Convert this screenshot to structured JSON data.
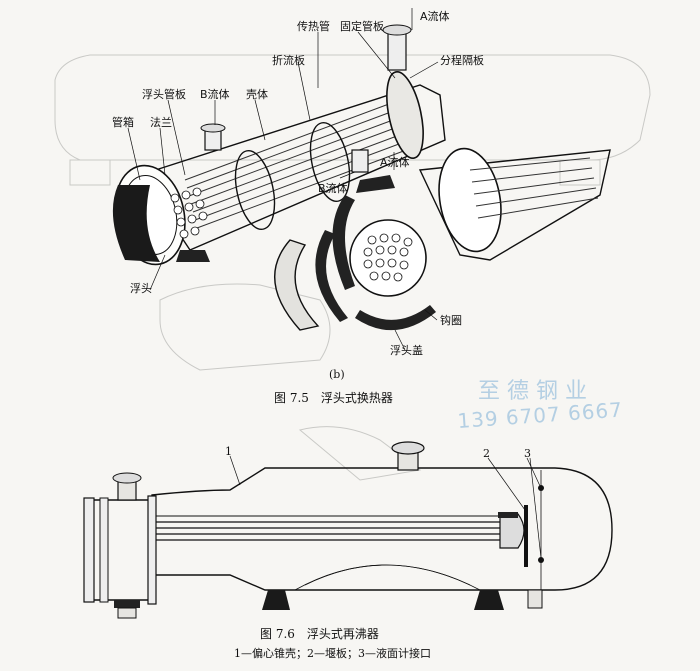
{
  "figure_b": {
    "labels": {
      "heat_tube": "传热管",
      "fixed_tubesheet": "固定管板",
      "fluid_a_top": "A流体",
      "pass_partition": "分程隔板",
      "baffle": "折流板",
      "floating_tubesheet": "浮头管板",
      "fluid_b_top": "B流体",
      "shell": "壳体",
      "channel_box": "管箱",
      "flange": "法兰",
      "fluid_a_bottom": "A流体",
      "fluid_b_bottom": "B流体",
      "floating_head": "浮头",
      "hook_ring": "钩圈",
      "floating_head_cover": "浮头盖"
    },
    "panel_tag": "(b)",
    "caption": "图 7.5　浮头式换热器"
  },
  "watermark": {
    "company": "至 德 钢 业",
    "phone": "139 6707 6667"
  },
  "figure_76": {
    "callouts": [
      "1",
      "2",
      "3"
    ],
    "caption": "图 7.6　浮头式再沸器",
    "legend": "1—偏心锥壳；2—堰板；3—液面计接口"
  }
}
